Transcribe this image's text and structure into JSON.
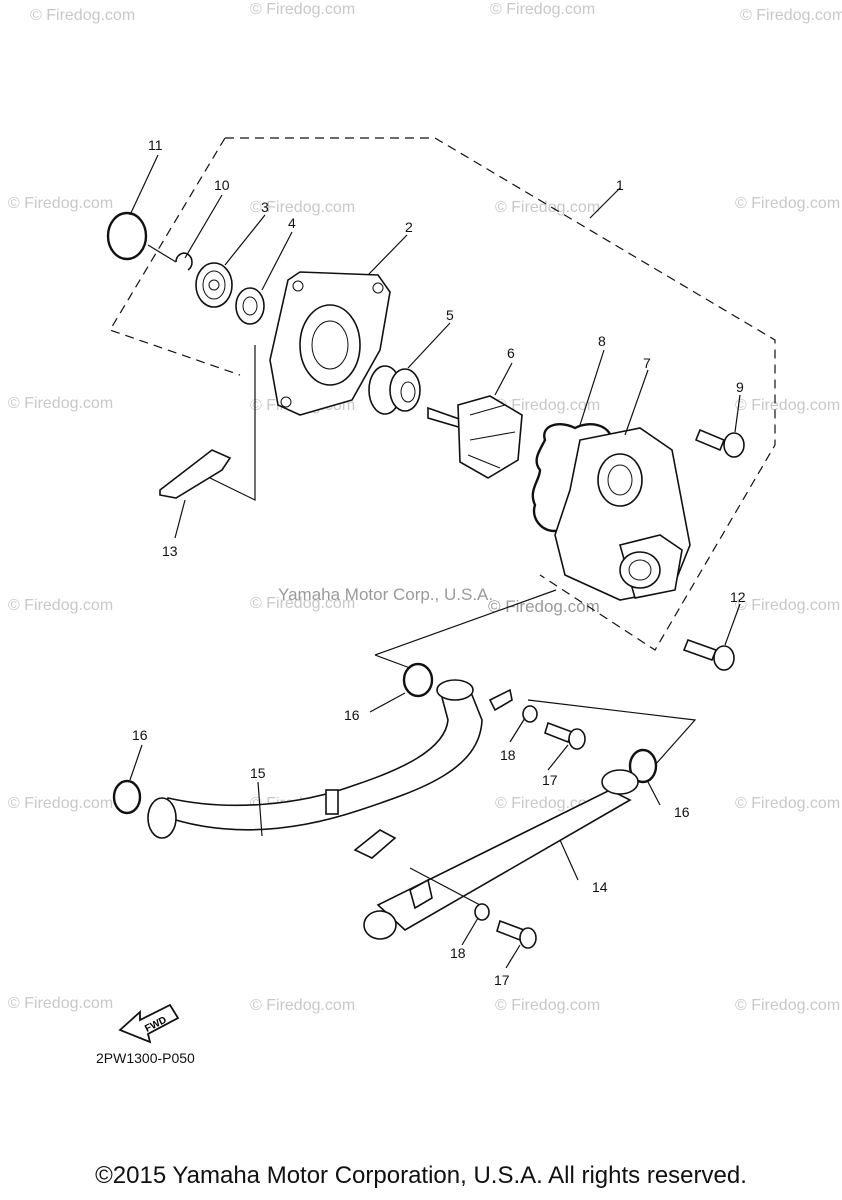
{
  "watermark": {
    "text": "© Firedog.com",
    "center_line1": "Yamaha Motor Corp., U.S.A.",
    "center_line2": "© Firedog.com"
  },
  "callouts": {
    "c1": "1",
    "c2": "2",
    "c3": "3",
    "c4": "4",
    "c5": "5",
    "c6": "6",
    "c7": "7",
    "c8": "8",
    "c9": "9",
    "c10": "10",
    "c11": "11",
    "c12": "12",
    "c13": "13",
    "c14": "14",
    "c15": "15",
    "c16a": "16",
    "c16b": "16",
    "c16c": "16",
    "c17a": "17",
    "c17b": "17",
    "c18a": "18",
    "c18b": "18"
  },
  "fwd_label": "FWD",
  "diagram_code": "2PW1300-P050",
  "copyright": "©2015 Yamaha Motor Corporation, U.S.A. All rights reserved."
}
